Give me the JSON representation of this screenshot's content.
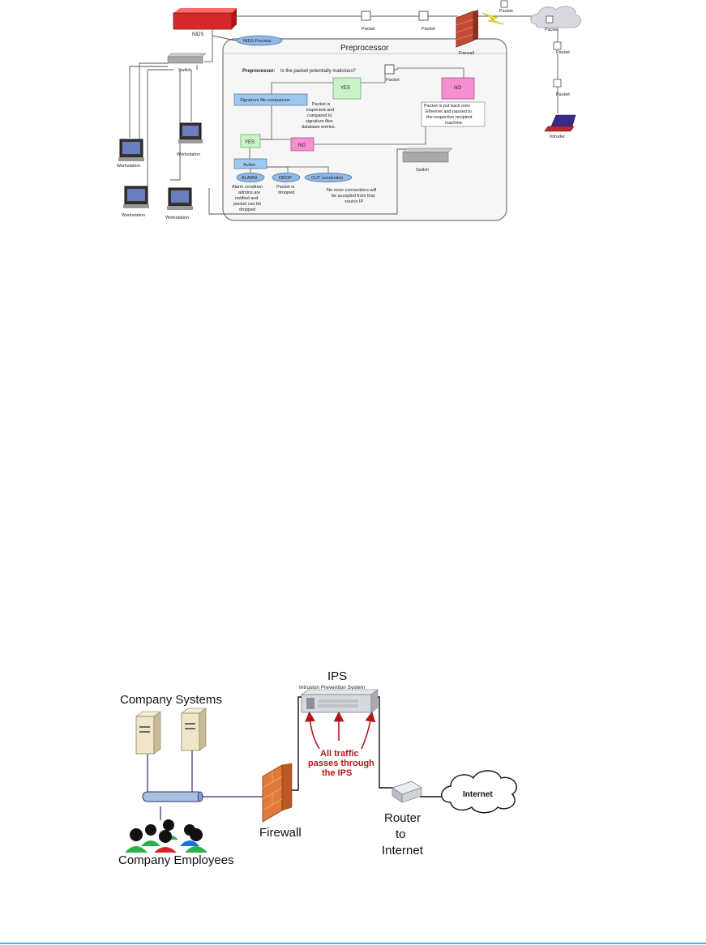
{
  "nids_diagram": {
    "nids": "NIDS",
    "nids_process": "NIDS Process",
    "preprocessor_title": "Preprocessor",
    "preprocessor_label": "Preprocessor:",
    "question": "Is the packet potentially malicious?",
    "packet": "Packet",
    "firewall": "Firewall",
    "switch": "Switch",
    "workstation": "Workstation",
    "intruder": "Intruder",
    "yes": "YES",
    "no": "NO",
    "signature_file_comparison": "Signature file comparison",
    "inspected_note": [
      "Packet is",
      "inspected and",
      "compared to",
      "signature files",
      "database entries."
    ],
    "put_back_note": [
      "Packet is put back onto",
      "Ethernet and passed to",
      "the respective recipient",
      "machine."
    ],
    "action": "Action",
    "alarm": "ALARM",
    "drop": "DROP",
    "cut_connection": "CUT connection",
    "alarm_note": [
      "Alarm condition",
      "admins are",
      "notified and",
      "packet can be",
      "dropped"
    ],
    "drop_note": [
      "Packet is",
      "dropped"
    ],
    "cut_note": [
      "No more connections will",
      "be accepted from that",
      "source IP"
    ]
  },
  "ips_diagram": {
    "company_systems": "Company Systems",
    "company_employees": "Company Employees",
    "firewall": "Firewall",
    "ips": "IPS",
    "ips_full": "Intrusion Prevention System",
    "traffic_note": [
      "All traffic",
      "passes through",
      "the IPS"
    ],
    "router": [
      "Router",
      "to",
      "Internet"
    ],
    "internet": "Internet"
  },
  "colors": {
    "nids_red": "#d42a2a",
    "sig_blue": "#9ec9ef",
    "yes_green": "#c9f3c6",
    "no_pink": "#f58fd0",
    "oval_blue": "#8fb8e6",
    "note_red": "#b01818",
    "footer_line": "#4fb3d9"
  }
}
